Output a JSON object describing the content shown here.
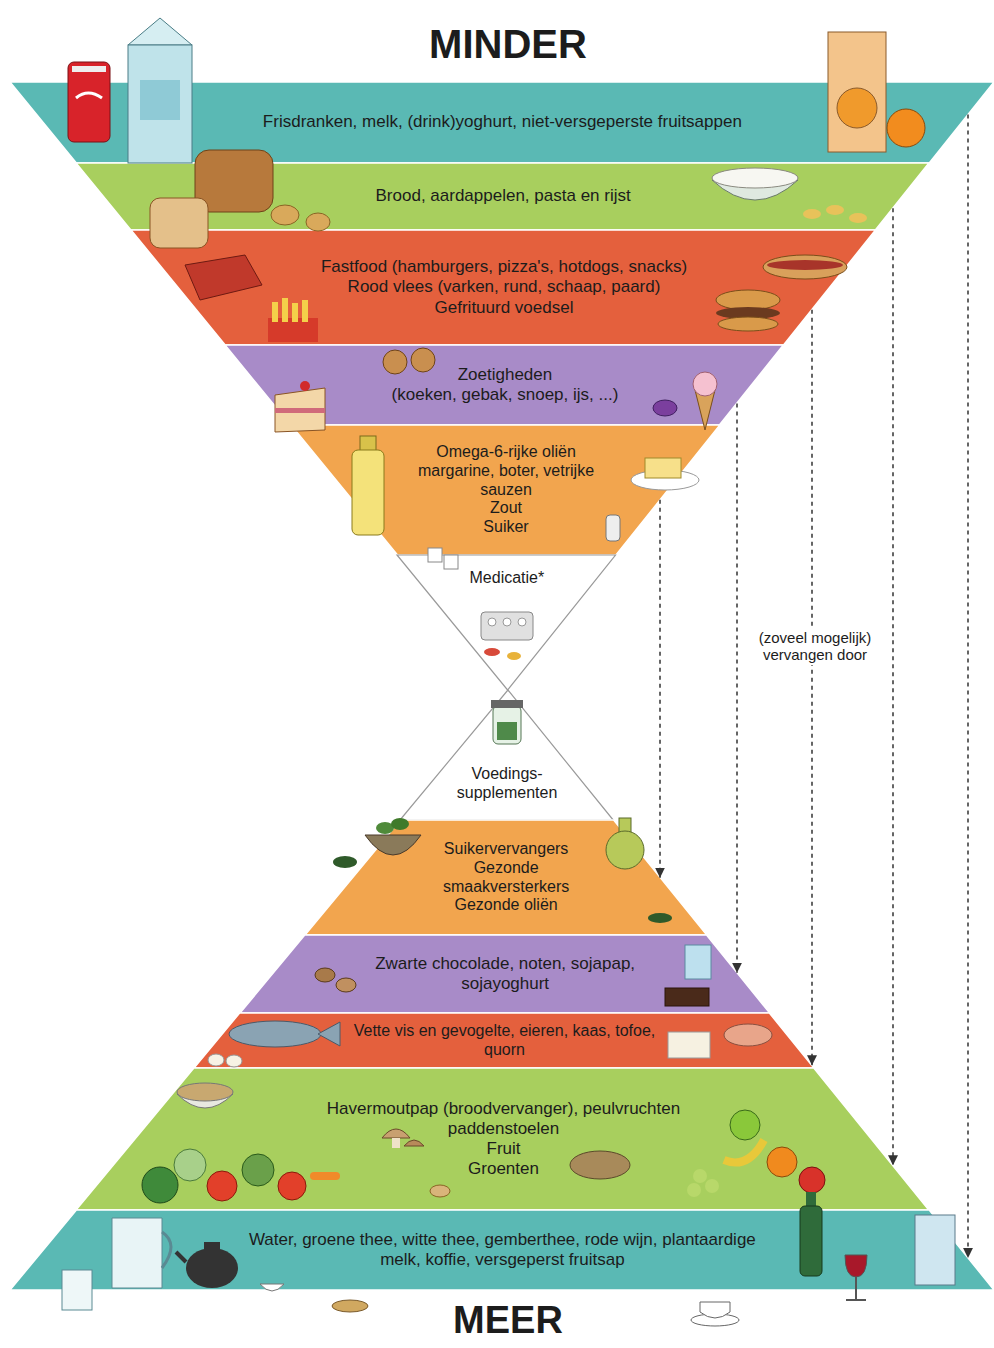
{
  "diagram": {
    "nodes": [
      {
        "text": [
          "Frisdranken, melk, (drink)yoghurt, niet-versgeperste fruitsappen"
        ]
      },
      {
        "text": [
          "Brood, aardappelen, pasta en rijst"
        ]
      },
      {
        "text": [
          "Fastfood (hamburgers, pizza's, hotdogs, snacks)",
          "Rood vlees (varken, rund, schaap, paard)",
          "Gefrituurd voedsel"
        ]
      },
      {
        "text": [
          "Zoetigheden",
          "(koeken, gebak, snoep, ijs, ...)"
        ]
      },
      {
        "text": [
          "Omega-6-rijke oliën margarine, boter, vetrijke sauzen",
          "Zout",
          "Suiker"
        ]
      },
      {
        "text": [
          "Medicatie*"
        ]
      },
      {
        "text": [
          "Voedings- supplementen"
        ]
      },
      {
        "text": [
          "Suikervervangers",
          "Gezonde smaakversterkers",
          "Gezonde oliën"
        ]
      },
      {
        "text": [
          "Zwarte chocolade, noten, sojapap, sojayoghurt"
        ]
      },
      {
        "text": [
          "Vette vis en gevogelte, eieren, kaas, tofoe, quorn"
        ]
      },
      {
        "text": [
          "Havermoutpap (broodvervanger), peulvruchten",
          "paddenstoelen",
          "Fruit",
          "Groenten"
        ]
      },
      {
        "text": [
          "Water, groene thee, witte thee, gemberthee, rode wijn, plantaardige melk, koffie, versgeperst fruitsap"
        ]
      }
    ],
    "edges": [
      {
        "from": 0,
        "to": 11,
        "arrow": "to"
      },
      {
        "from": 1,
        "to": 10,
        "arrow": "to"
      },
      {
        "from": 2,
        "to": 9,
        "arrow": "to"
      },
      {
        "from": 3,
        "to": 8,
        "arrow": "to"
      },
      {
        "from": 4,
        "to": 7,
        "arrow": "to"
      }
    ],
    "labels": [
      "MINDER",
      "(zoveel mogelijk) vervangen door",
      "MEER"
    ]
  }
}
